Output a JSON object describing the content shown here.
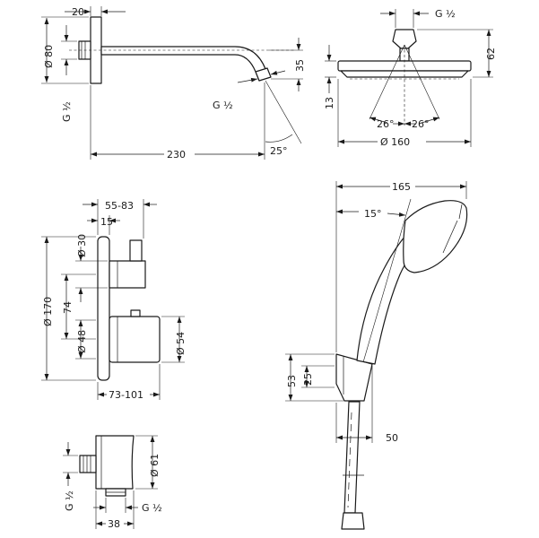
{
  "colors": {
    "line": "#1a1a1a",
    "background": "#ffffff"
  },
  "shower_arm": {
    "width_20": "20",
    "dia_80": "Ø 80",
    "thread_left": "G ½",
    "drop_35": "35",
    "thread_outlet": "G ½",
    "length_230": "230",
    "angle_25": "25°"
  },
  "overhead_shower": {
    "thread_top": "G ½",
    "height_62": "62",
    "height_13": "13",
    "angle_left": "26°",
    "angle_right": "26°",
    "dia_160": "Ø 160"
  },
  "mixer": {
    "depth_55_83": "55-83",
    "dim_15": "15",
    "dia_30": "Ø 30",
    "dia_170": "Ø 170",
    "dim_74": "74",
    "dia_48": "Ø 48",
    "dia_54": "Ø 54",
    "depth_73_101": "73-101"
  },
  "hand_shower": {
    "width_165": "165",
    "angle_15": "15°",
    "height_53": "53",
    "height_25": "25",
    "width_50": "50"
  },
  "wall_outlet": {
    "dia_61": "Ø 61",
    "thread_left": "G ½",
    "thread_bottom": "G ½",
    "width_38": "38"
  }
}
